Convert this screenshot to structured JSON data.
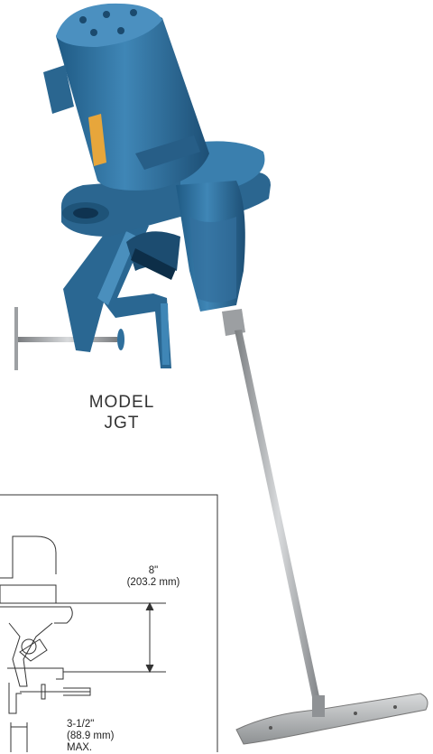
{
  "product": {
    "model_label": "MODEL",
    "model_name": "JGT"
  },
  "drawing": {
    "dim_height": "8\"",
    "dim_height_mm": "(203.2 mm)",
    "dim_clamp": "3-1/2\"",
    "dim_clamp_mm": "(88.9 mm)",
    "dim_clamp_note": "MAX."
  },
  "colors": {
    "motor_blue": "#2f6f9c",
    "shaft_gray": "#a9acae"
  }
}
